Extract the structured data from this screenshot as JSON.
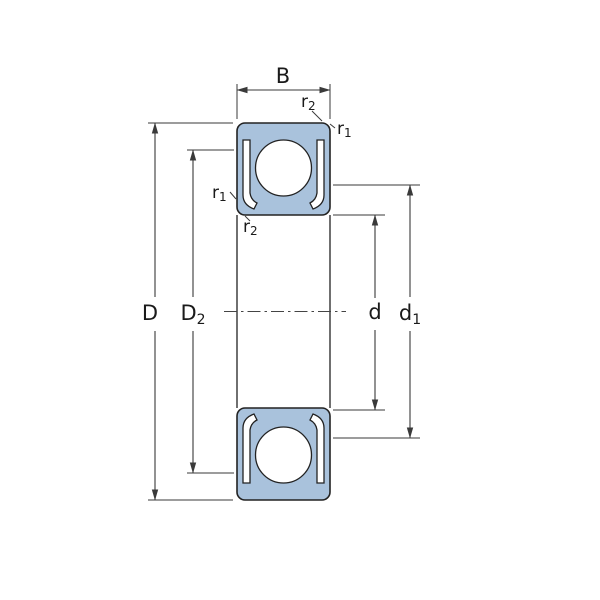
{
  "diagram": {
    "colors": {
      "bearing_fill": "#a9c2dc",
      "outline": "#222222",
      "dimension_lines": "#3a3a3a"
    },
    "labels": {
      "B": "B",
      "D": "D",
      "d": "d",
      "D2": {
        "base": "D",
        "sub": "2"
      },
      "d1": {
        "base": "d",
        "sub": "1"
      },
      "r1": {
        "base": "r",
        "sub": "1"
      },
      "r2": {
        "base": "r",
        "sub": "2"
      }
    }
  }
}
